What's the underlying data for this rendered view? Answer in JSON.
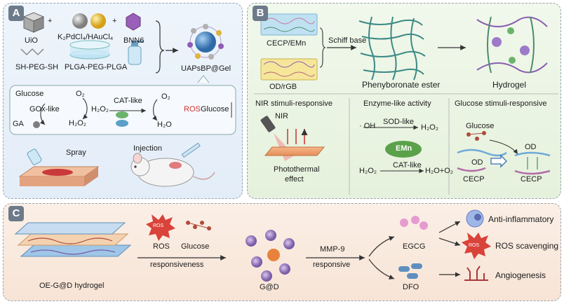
{
  "panelA": {
    "letter": "A",
    "uio": "UiO",
    "k2pdcl4_hauCl4": "K₂PdCl₄/HAuCl₄",
    "bnn6": "BNN6",
    "sh_peg_sh": "SH-PEG-SH",
    "plga_peg_plga": "PLGA-PEG-PLGA",
    "product": "UAPsBP@Gel",
    "glucose_left": "Glucose",
    "gox_like": "GOx-like",
    "ga": "GA",
    "o2_left": "O₂",
    "h2o2_a": "H₂O₂",
    "h2o2_b": "H₂O₂",
    "cat_like": "CAT-like",
    "o2_right": "O₂",
    "ros": "ROS",
    "glucose_right": "Glucose",
    "h2o": "H₂O",
    "spray": "Spray",
    "injection": "Injection"
  },
  "panelB": {
    "letter": "B",
    "cecp_emn": "CECP/EMn",
    "od_rgb": "OD/rGB",
    "schiff_base": "Schiff base",
    "phenyboronate_ester": "Phenyboronate ester",
    "hydrogel": "Hydrogel",
    "nir_title": "NIR stimuli-responsive",
    "nir": "NIR",
    "photothermal": "Photothermal",
    "effect": "effect",
    "enzyme_title": "Enzyme-like activity",
    "oh": "· OH",
    "sod_like": "SOD-like",
    "h2o2_top": "H₂O₂",
    "emn": "EMn",
    "cat_like": "CAT-like",
    "h2o2_bottom": "H₂O₂",
    "products": "H₂O+O₂",
    "glucose_title": "Glucose stimuli-responsive",
    "glucose": "Glucose",
    "od_left": "OD",
    "cecp_left": "CECP",
    "od_right": "OD",
    "cecp_right": "CECP"
  },
  "panelC": {
    "letter": "C",
    "hydrogel_name": "OE-G@D hydrogel",
    "ros_icon": "ROS",
    "ros": "ROS",
    "glucose": "Glucose",
    "responsiveness": "responsiveness",
    "gd": "G@D",
    "mmp9": "MMP-9",
    "responsive": "responsive",
    "egcg": "EGCG",
    "dfo": "DFO",
    "anti_inflammatory": "Anti-inflammatory",
    "ros_icon2": "ROS",
    "ros_scavenging": "ROS scavenging",
    "angiogenesis": "Angiogenesis"
  },
  "colors": {
    "panelA_bg": "#e3edf8",
    "panelB_bg": "#e5f1dc",
    "panelC_bg": "#f7e4d6",
    "accent_red": "#d0312d",
    "emn_green": "#5aa14a"
  }
}
